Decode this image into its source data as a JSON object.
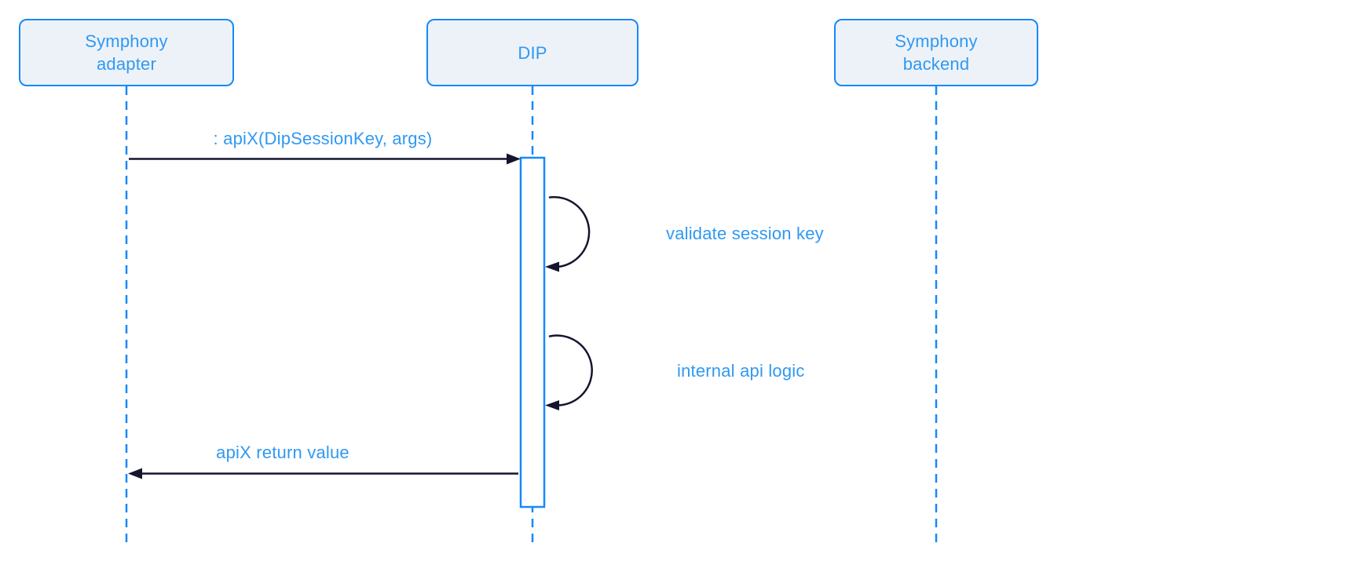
{
  "diagram": {
    "type": "sequence-diagram",
    "background": "#ffffff",
    "colors": {
      "accent_blue": "#1789f8",
      "box_fill": "#edf2f9",
      "label_blue": "#2f99f2",
      "arrow_dark": "#15152f"
    },
    "actors": [
      {
        "id": "symphony-adapter",
        "label": "Symphony adapter",
        "lines": [
          "Symphony",
          "adapter"
        ]
      },
      {
        "id": "dip",
        "label": "DIP",
        "lines": [
          "DIP"
        ]
      },
      {
        "id": "symphony-backend",
        "label": "Symphony backend",
        "lines": [
          "Symphony",
          "backend"
        ]
      }
    ],
    "messages": [
      {
        "type": "call",
        "from": "symphony-adapter",
        "to": "dip",
        "label": ": apiX(DipSessionKey, args)"
      },
      {
        "type": "self",
        "actor": "dip",
        "label": "validate session key"
      },
      {
        "type": "self",
        "actor": "dip",
        "label": "internal api logic"
      },
      {
        "type": "return",
        "from": "dip",
        "to": "symphony-adapter",
        "label": "apiX return value"
      }
    ]
  }
}
